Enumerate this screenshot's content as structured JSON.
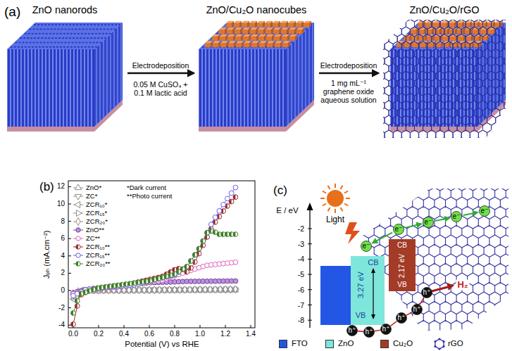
{
  "diagram": {
    "nodes": [
      {
        "text": [
          "ZnO nanorods"
        ]
      },
      {
        "text": [
          "ZnO/Cu₂O nanocubes"
        ]
      },
      {
        "text": [
          "ZnO/Cu₂O/rGO"
        ]
      },
      {
        "text": [
          "CB",
          "3.27 eV",
          "VB"
        ]
      },
      {
        "text": [
          "CB",
          "2.17 eV",
          "VB"
        ]
      },
      {
        "text": [
          "e⁻"
        ]
      },
      {
        "text": [
          "e⁻"
        ]
      },
      {
        "text": [
          "e⁻"
        ]
      },
      {
        "text": [
          "e⁻"
        ]
      },
      {
        "text": [
          "e⁻"
        ]
      },
      {
        "text": [
          "h⁺"
        ]
      },
      {
        "text": [
          "h⁺"
        ]
      },
      {
        "text": [
          "h⁺"
        ]
      },
      {
        "text": [
          "h⁺"
        ]
      },
      {
        "text": [
          "h⁺"
        ]
      },
      {
        "text": [
          "h⁺"
        ]
      }
    ],
    "edges": [
      {
        "from": 0,
        "to": 1,
        "label": "Electrodeposition",
        "arrow": "to"
      },
      {
        "from": 1,
        "to": 2,
        "label": "Electrodeposition",
        "arrow": "to"
      },
      {
        "from": 6,
        "to": 5,
        "arrow": "to"
      },
      {
        "from": 6,
        "to": 7,
        "arrow": "to"
      },
      {
        "from": 7,
        "to": 8,
        "arrow": "to"
      },
      {
        "from": 8,
        "to": 9,
        "arrow": "to"
      },
      {
        "from": 15,
        "to": 14,
        "arrow": "none"
      },
      {
        "from": 14,
        "to": 13,
        "arrow": "none"
      },
      {
        "from": 13,
        "to": 12,
        "arrow": "none"
      },
      {
        "from": 12,
        "to": 11,
        "arrow": "none"
      },
      {
        "from": 11,
        "to": 10,
        "arrow": "none"
      }
    ],
    "labels": [
      "(a)",
      "0.05 M CuSO₄ + 0.1 M lactic acid",
      "1 mg mL⁻¹ graphene oxide aqueous solution",
      "(b)",
      "*Dark current",
      "**Photo current",
      "Jₚₕ (mA.cm⁻²)",
      "-4",
      "-2",
      "0",
      "2",
      "4",
      "6",
      "8",
      "10",
      "12",
      "0.0",
      "0.2",
      "0.4",
      "0.6",
      "0.8",
      "1.0",
      "1.2",
      "1.4",
      "Potential (V) vs RHE",
      "(c)",
      "E / eV",
      "-2",
      "-3",
      "-4",
      "-5",
      "-6",
      "-7",
      "-8",
      "Light",
      "H₂"
    ],
    "legend": [
      {
        "text": "ZnO*"
      },
      {
        "text": "ZC*"
      },
      {
        "text": "ZCR₁₀*"
      },
      {
        "text": "ZCR₁₅*"
      },
      {
        "text": "ZCR₂₀*"
      },
      {
        "text": "ZnO**"
      },
      {
        "text": "ZC**"
      },
      {
        "text": "ZCR₁₀**"
      },
      {
        "text": "ZCR₁₅**"
      },
      {
        "text": "ZCR₂₀**"
      },
      {
        "text": "FTO",
        "color": "#2456e6"
      },
      {
        "text": "ZnO",
        "color": "#7fe6dc"
      },
      {
        "text": "Cu₂O",
        "color": "#a33b26"
      },
      {
        "text": "rGO"
      }
    ]
  }
}
